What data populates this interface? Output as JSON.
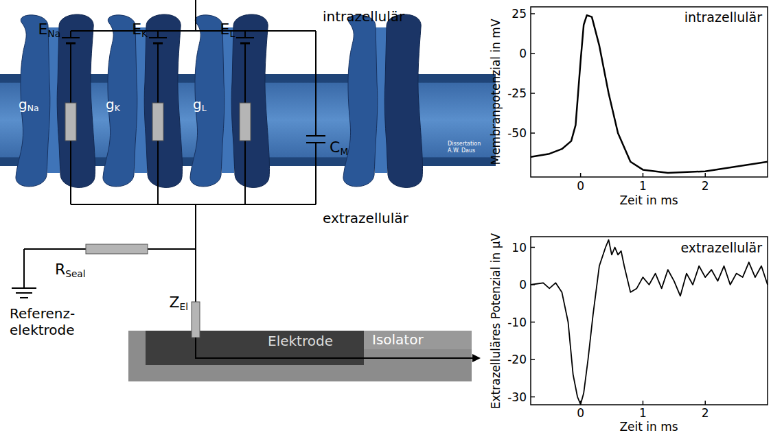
{
  "diagram": {
    "nodes": [
      {
        "text": [
          "Elektrode"
        ]
      },
      {
        "text": [
          "Isolator"
        ]
      }
    ],
    "labels": [
      "ENa",
      "EK",
      "EL",
      "gNa",
      "gK",
      "gL",
      "CM",
      "intrazellulär",
      "extrazellulär",
      "Dissertation A.W. Daus",
      "RSeal",
      "ZEl",
      "Referenz- elektrode",
      "Membranpotenzial in mV",
      "25",
      "0",
      "-25",
      "-50",
      "0",
      "1",
      "2",
      "Zeit in ms",
      "intrazellulär",
      "Extrazelluläres Potenzial in µV",
      "10",
      "0",
      "-10",
      "-20",
      "-30",
      "0",
      "1",
      "2",
      "Zeit in ms",
      "extrazellulär"
    ]
  }
}
